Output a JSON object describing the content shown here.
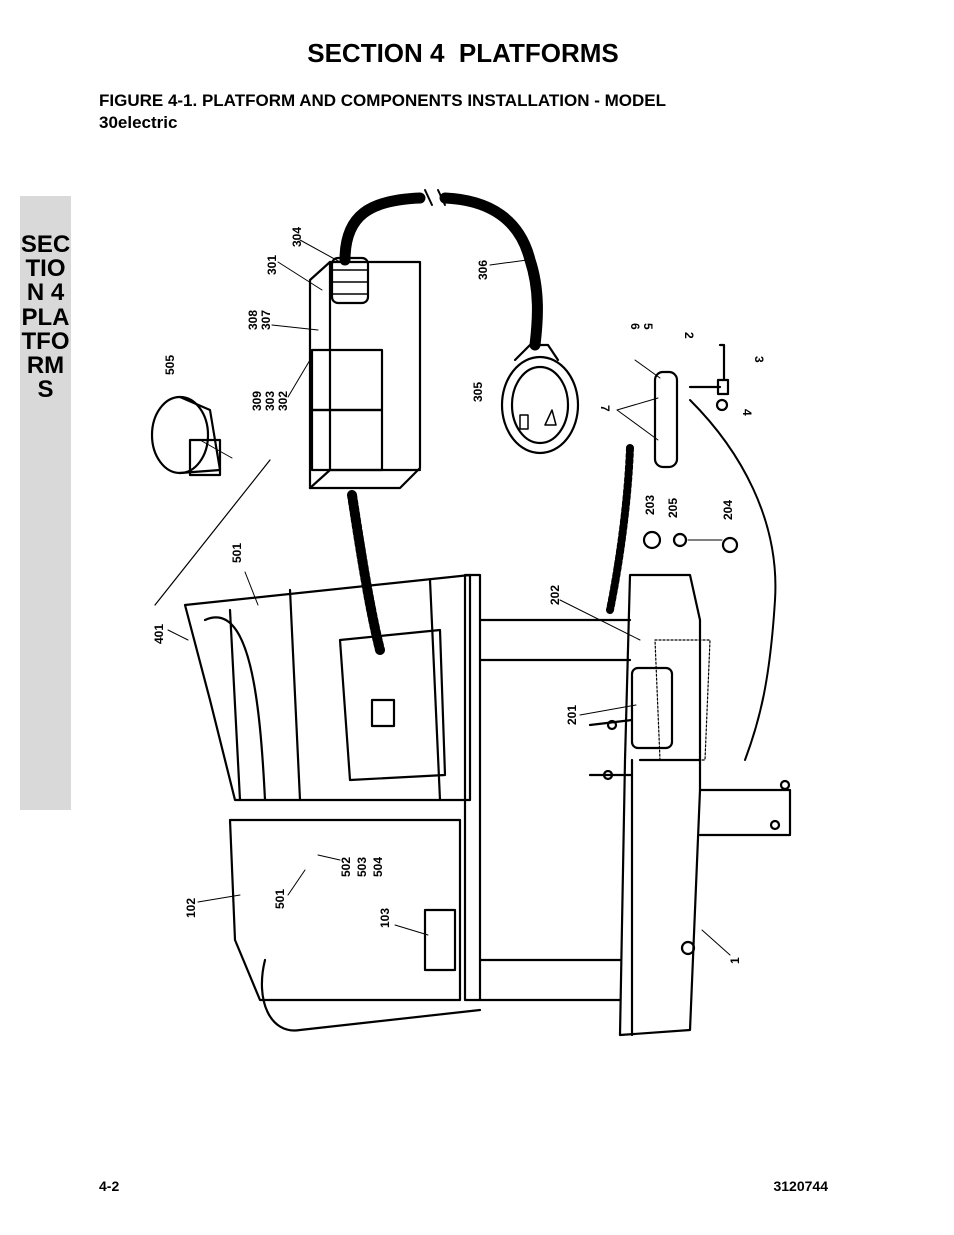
{
  "header": {
    "section_title": "SECTION 4  PLATFORMS",
    "figure_title": "FIGURE 4-1.    PLATFORM AND COMPONENTS INSTALLATION - MODEL\n30electric"
  },
  "side_tab": {
    "text": "SECTION 4 PLATFORMS"
  },
  "footer": {
    "page_number": "4-2",
    "doc_number": "3120744"
  },
  "callouts": {
    "c304": "304",
    "c301": "301",
    "c306": "306",
    "c308": "308",
    "c307": "307",
    "c505": "505",
    "c309": "309",
    "c303": "303",
    "c302": "302",
    "c305": "305",
    "c6": "6",
    "c5": "5",
    "c2": "2",
    "c3": "3",
    "c7": "7",
    "c4": "4",
    "c203": "203",
    "c205": "205",
    "c204": "204",
    "c501a": "501",
    "c202": "202",
    "c401": "401",
    "c201": "201",
    "c502": "502",
    "c503": "503",
    "c504": "504",
    "c102": "102",
    "c501b": "501",
    "c103": "103",
    "c1": "1"
  }
}
